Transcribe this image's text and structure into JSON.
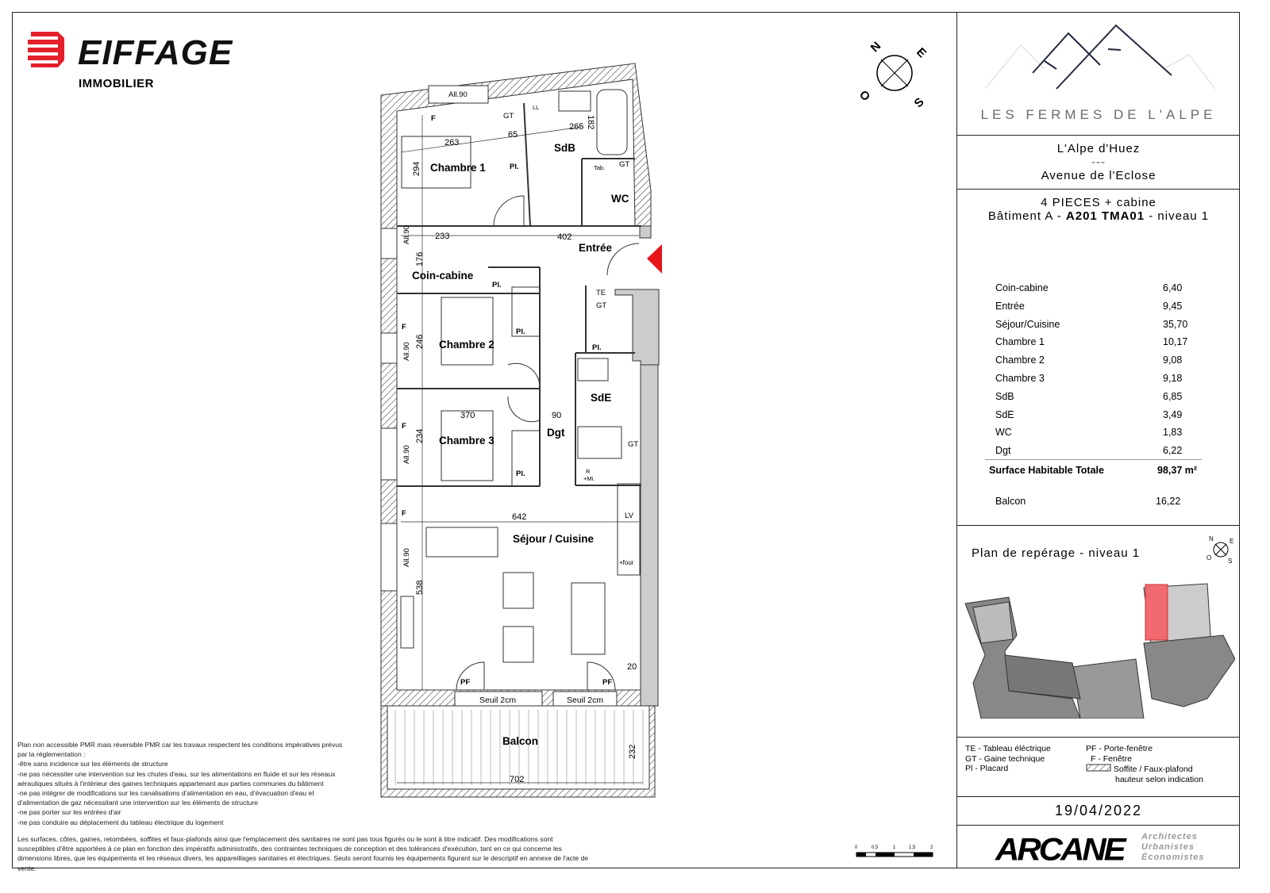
{
  "header": {
    "company": "EIFFAGE",
    "company_sub": "IMMOBILIER"
  },
  "project": {
    "name": "LES FERMES DE L'ALPE",
    "city": "L'Alpe d'Huez",
    "separator": "---",
    "street": "Avenue de l'Eclose",
    "type": "4 PIECES + cabine",
    "building_prefix": "Bâtiment A - ",
    "lot": "A201 TMA01",
    "level_suffix": " - niveau 1"
  },
  "surfaces": {
    "rows": [
      {
        "room": "Coin-cabine",
        "area": "6,40"
      },
      {
        "room": "Entrée",
        "area": "9,45"
      },
      {
        "room": "Séjour/Cuisine",
        "area": "35,70"
      },
      {
        "room": "Chambre 1",
        "area": "10,17"
      },
      {
        "room": "Chambre 2",
        "area": "9,08"
      },
      {
        "room": "Chambre 3",
        "area": "9,18"
      },
      {
        "room": "SdB",
        "area": "6,85"
      },
      {
        "room": "SdE",
        "area": "3,49"
      },
      {
        "room": "WC",
        "area": "1,83"
      },
      {
        "room": "Dgt",
        "area": "6,22"
      }
    ],
    "total_label": "Surface Habitable Totale",
    "total_value": "98,37 m²",
    "balcony_label": "Balcon",
    "balcony_value": "16,22"
  },
  "location_plan": {
    "title": "Plan de repérage  - niveau 1",
    "highlight_color": "#f06a70"
  },
  "legend": {
    "te": "TE - Tableau éléctrique",
    "gt": "GT - Gaine technique",
    "pl": "Pl   - Placard",
    "pf": "PF - Porte-fenêtre",
    "f": " F - Fenêtre",
    "soffite": "Soffite / Faux-plafond",
    "soffite2": "hauteur selon indication"
  },
  "date": "19/04/2022",
  "architect": {
    "name": "ARCANE",
    "line1": "Architectes",
    "line2": "Urbanistes",
    "line3": "Économistes"
  },
  "compass": {
    "n": "N",
    "e": "E",
    "s": "S",
    "o": "O"
  },
  "scale": {
    "t0": "0",
    "t1": "0,5",
    "t2": "1",
    "t3": "1,5",
    "t4": "2"
  },
  "plan": {
    "rooms": {
      "chambre1": "Chambre 1",
      "sdb": "SdB",
      "wc": "WC",
      "entree": "Entrée",
      "coin_cabine": "Coin-cabine",
      "chambre2": "Chambre 2",
      "chambre3": "Chambre 3",
      "sde": "SdE",
      "dgt": "Dgt",
      "sejour": "Séjour / Cuisine",
      "balcon": "Balcon"
    },
    "dims": {
      "d263": "263",
      "d294": "294",
      "d65": "65",
      "d265": "265",
      "d182": "182",
      "d233": "233",
      "d402": "402",
      "d176": "176",
      "d246": "246",
      "d370": "370",
      "d234": "234",
      "d90": "90",
      "d642": "642",
      "d538": "538",
      "d20": "20",
      "d232": "232",
      "d702": "702"
    },
    "tags": {
      "all90": "All.90",
      "f": "F",
      "gt": "GT",
      "ll": "LL",
      "pl": "Pl.",
      "tab": "Tab.",
      "te": "TE",
      "pf": "PF",
      "lv": "LV",
      "four": "+four",
      "r": "R",
      "mi": "+Mi.",
      "seuil": "Seuil 2cm"
    },
    "entry_marker_color": "#e8141c"
  },
  "notes": {
    "pmr": [
      "Plan non accessible PMR mais réversible PMR car les travaux respectent les conditions impératives prévus par la réglementation :",
      "-être sans incidence sur les éléments de structure",
      "-ne pas nécessiter une intervention sur les chutes d'eau, sur les alimentations en fluide et sur les réseaux aérauliques situés à l'intérieur des gaines techniques appartenant aux parties communes du bâtiment",
      "-ne pas intégrer de modifications sur les canalisations d'alimentation en eau, d'évacuation d'eau et d'alimentation de gaz nécessitant une intervention sur les éléments de structure",
      "-ne pas porter sur les entrées d'air",
      "-ne pas conduire au déplacement du tableau électrique du logement"
    ],
    "disclaimer": "Les surfaces, côtes, gaines, retombées, soffites et faux-plafonds ainsi que l'emplacement des sanitaires ne sont pas tous figurés ou le sont à titre indicatif. Des modifications sont susceptibles d'être apportées à ce plan en fonction des impératifs administratifs, des contraintes techniques de conception et des tolérances d'exécution, tant en ce qui concerne les dimensions libres, que les équipements et les réseaux divers, les appareillages sanitaires et électriques. Seuls seront fournis les équipements figurant sur le descriptif en annexe de l'acte de vente."
  }
}
